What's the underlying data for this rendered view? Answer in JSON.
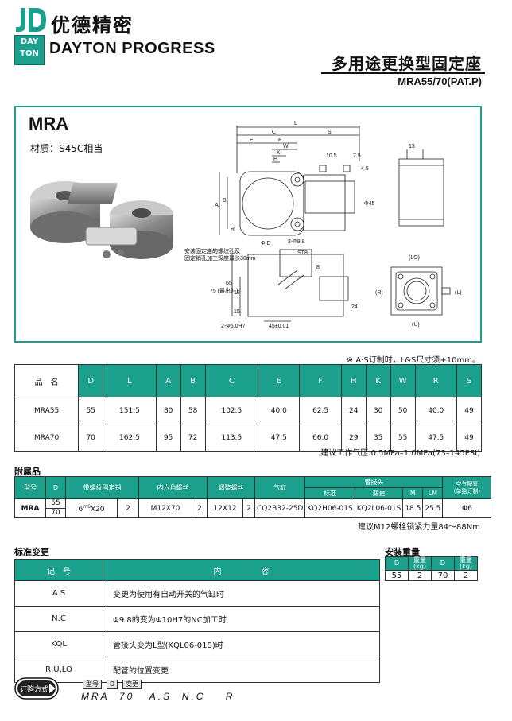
{
  "header": {
    "brand_cn": "优德精密",
    "logo_day_top": "DAY",
    "logo_day_bottom": "TON",
    "brand_en": "DAYTON PROGRESS",
    "title": "多用途更换型固定座",
    "subtitle": "MRA55/70(PAT.P)"
  },
  "product": {
    "model": "MRA",
    "material": "材质：S45C相当",
    "drawing_labels": {
      "L": "L",
      "C": "C",
      "S": "S",
      "E": "E",
      "F": "F",
      "W": "W",
      "K": "K",
      "H": "H",
      "A": "A",
      "B": "B",
      "R": "R",
      "d105": "10.5",
      "d75": "7.5",
      "d45": "4.5",
      "d13": "13",
      "phi45": "Φ45",
      "holes": "2-Φ9.8",
      "phiD": "Φ D",
      "ST8": "ST8",
      "d8": "8",
      "note1": "安装固定座的螺纹孔及",
      "note2": "固定销孔加工深度最长30mm",
      "d75v": "75 (最出时)",
      "d65": "65",
      "d18": "18",
      "d15": "15",
      "d24": "24",
      "pin": "2-Φ6.0H7",
      "d45tol": "45±0.01",
      "LO": "(LO)",
      "Rp": "(R)",
      "Lp": "(L)",
      "U": "(U)"
    }
  },
  "note_as": "※ A·S订制时，L&S尺寸须+10mm。",
  "main_table": {
    "headers": [
      "品　名",
      "D",
      "L",
      "A",
      "B",
      "C",
      "E",
      "F",
      "H",
      "K",
      "W",
      "R",
      "S"
    ],
    "rows": [
      [
        "MRA55",
        "55",
        "151.5",
        "80",
        "58",
        "102.5",
        "40.0",
        "62.5",
        "24",
        "30",
        "50",
        "40.0",
        "49"
      ],
      [
        "MRA70",
        "70",
        "162.5",
        "95",
        "72",
        "113.5",
        "47.5",
        "66.0",
        "29",
        "35",
        "55",
        "47.5",
        "49"
      ]
    ]
  },
  "note_pressure": "建议工作气压:0.5MPa–1.0MPa(73–145PSI)",
  "accessories": {
    "title": "附属品",
    "h_type": "型号",
    "h_d": "D",
    "h_pin": "带螺纹固定销",
    "h_hex": "内六角螺丝",
    "h_adj": "调整螺丝",
    "h_cyl": "气缸",
    "h_fitting": "管接头",
    "h_std": "标准",
    "h_chg": "变更",
    "h_m": "M",
    "h_lm": "LM",
    "h_air": "空气配管",
    "h_air2": "(单独订制)",
    "type": "MRA",
    "d1": "55",
    "d2": "70",
    "pin": "6",
    "pin_sup": "m6",
    "pin_rest": "X20",
    "pin_qty": "2",
    "hex": "M12X70",
    "hex_qty": "2",
    "adj": "12X12",
    "adj_qty": "2",
    "cyl": "CQ2B32-25D",
    "std": "KQ2H06-01S",
    "chg": "KQ2L06-01S",
    "m": "18.5",
    "lm": "25.5",
    "air": "Φ6"
  },
  "note_torque": "建议M12螺栓锁紧力量84～88Nm",
  "standard_change": {
    "title": "标准变更",
    "h_code": "记　号",
    "h_desc": "内　　　　　容",
    "rows": [
      {
        "code": "A.S",
        "desc": "变更为使用有自动开关的气缸时"
      },
      {
        "code": "N.C",
        "desc": "Φ9.8的变为Φ10H7的NC加工时"
      },
      {
        "code": "KQL",
        "desc": "管接头变为L型(KQL06-01S)时"
      },
      {
        "code": "R,U,LO",
        "desc": "配管的位置变更"
      }
    ]
  },
  "weight": {
    "title": "安装重量",
    "h_d": "D",
    "h_w": "重量",
    "h_unit": "(kg)",
    "v1_d": "55",
    "v1_w": "2",
    "v2_d": "70",
    "v2_w": "2"
  },
  "order": {
    "badge": "订购方式",
    "l_type": "型号",
    "l_d": "D",
    "l_chg": "变更",
    "code": "MRA  70   A.S  N.C    R"
  },
  "colors": {
    "accent": "#1aa08b",
    "text": "#111111"
  }
}
